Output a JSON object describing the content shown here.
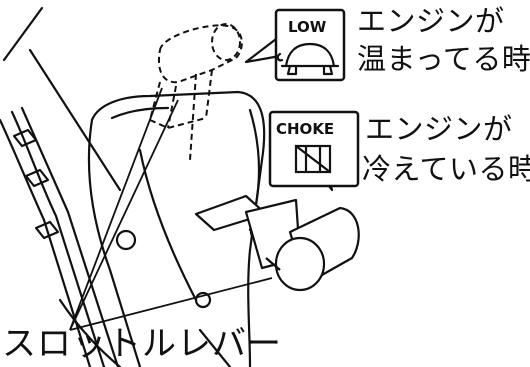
{
  "callouts": [
    {
      "badge": "LOW",
      "badge_icon": "turtle-icon",
      "text_line1": "エンジンが",
      "text_line2": "温まってる時"
    },
    {
      "badge": "CHOKE",
      "badge_icon": "choke-icon",
      "text_line1": "エンジンが",
      "text_line2": "冷えている時"
    }
  ],
  "part_label": "スロットルレバー",
  "colors": {
    "line": "#111111",
    "background": "#ffffff"
  }
}
